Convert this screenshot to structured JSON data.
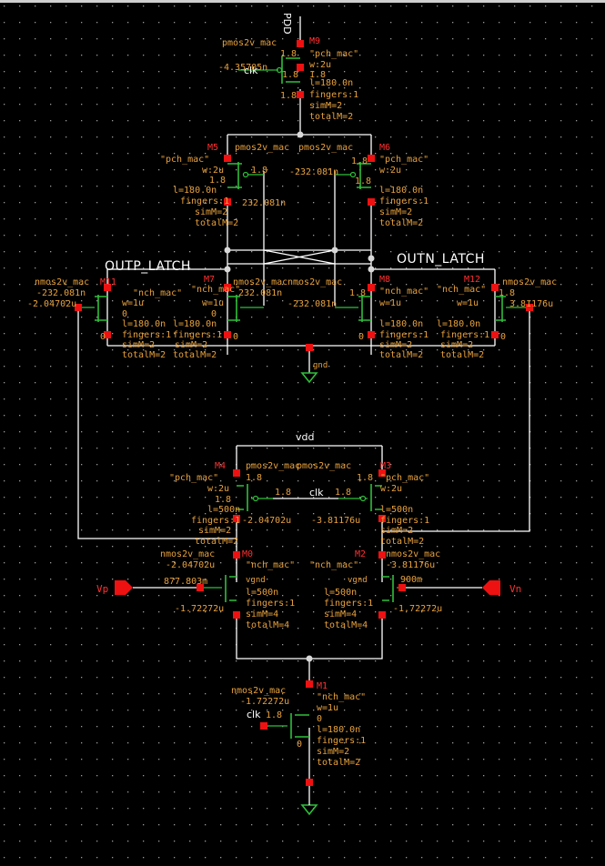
{
  "nets": {
    "vdd_top": "PDD",
    "vdd_mid": "vdd",
    "outp": "OUTP_LATCH",
    "outn": "OUTN_LATCH",
    "gnd": "gnd",
    "vp": "Vp",
    "vn": "Vn",
    "clk": "clk",
    "vgnd": "vgnd"
  },
  "devices": [
    {
      "id": "M9",
      "cell": "pmos2v_mac",
      "model": "\"pch_mac\"",
      "w": "w:2u",
      "l": "l=180.0n",
      "fingers": "fingers:1",
      "simM": "simM=2",
      "totalM": "totalM=2",
      "gate_v": "-4.35705n",
      "v1": "1.8",
      "v2": "1.8",
      "v3": "1.8",
      "v4": "1.8"
    },
    {
      "id": "M5",
      "cell": "pmos2v_mac",
      "model": "\"pch_mac\"",
      "w": "w:2u",
      "l": "l=180.0n",
      "fingers": "fingers:1",
      "simM": "simM=2",
      "totalM": "totalM=2",
      "gate_v": "232.081n",
      "v1": "1.8",
      "v2": "1.8"
    },
    {
      "id": "M6",
      "cell": "pmos2v_mac",
      "model": "\"pch_mac\"",
      "w": "w:2u",
      "l": "l=180.0n",
      "fingers": "fingers:1",
      "simM": "simM=2",
      "totalM": "totalM=2",
      "gate_v": "-232.081n",
      "v1": "1.8",
      "v2": "1.8"
    },
    {
      "id": "M11",
      "cell": "nmos2v_mac",
      "model": "\"nch_mac\"",
      "w": "w=1u",
      "l": "l=180.0n",
      "fingers": "fingers:1",
      "simM": "simM=2",
      "totalM": "totalM=2",
      "gate_v": "-232.081n",
      "drain_v": "-2.04702u",
      "v1": "0",
      "v2": "0"
    },
    {
      "id": "M7",
      "cell": "nmos2v_mac",
      "model": "\"nch_mac\"",
      "w": "w=1u",
      "l": "l=180.0n",
      "fingers": "fingers:1",
      "simM": "simM=2",
      "totalM": "totalM=2",
      "gate_v": "232.081n",
      "v1": "0",
      "v2": "0"
    },
    {
      "id": "M8",
      "cell": "nmos2v_mac",
      "model": "\"nch_mac\"",
      "w": "w=1u",
      "l": "l=180.0n",
      "fingers": "fingers:1",
      "simM": "simM=2",
      "totalM": "totalM=2",
      "gate_v": "-232.081n",
      "v1": "1.8",
      "v2": "0"
    },
    {
      "id": "M12",
      "cell": "nmos2v_mac",
      "model": "\"nch_mac\"",
      "w": "w=1u",
      "l": "l=180.0n",
      "fingers": "fingers:1",
      "simM": "simM=2",
      "totalM": "totalM=2",
      "gate_v": "3.81176u",
      "v1": "1.8",
      "v2": "0"
    },
    {
      "id": "M4",
      "cell": "pmos2v_mac",
      "model": "\"pch_mac\"",
      "w": "w:2u",
      "l": "l=500n",
      "fingers": "fingers:1",
      "simM": "simM=2",
      "totalM": "totalM=2",
      "gate_v": "-2.04702u",
      "v1": "1.8",
      "v2": "1.8",
      "v3": "1.8"
    },
    {
      "id": "M3",
      "cell": "pmos2v_mac",
      "model": "\"pch_mac\"",
      "w": "w:2u",
      "l": "l=500n",
      "fingers": "fingers:1",
      "simM": "simM=2",
      "totalM": "totalM=2",
      "gate_v": "-3.81176u",
      "v1": "1.8",
      "v2": "1.8"
    },
    {
      "id": "M0",
      "cell": "nmos2v_mac",
      "model": "\"nch_mac\"",
      "l": "l=500n",
      "fingers": "fingers:1",
      "simM": "simM=4",
      "totalM": "totalM=4",
      "drain_v": "-2.04702u",
      "gate_v": "877.803m",
      "src_v": "-1.72272u"
    },
    {
      "id": "M2",
      "cell": "nmos2v_mac",
      "model": "\"nch_mac\"",
      "l": "l=500n",
      "fingers": "fingers:1",
      "simM": "simM=4",
      "totalM": "totalM=4",
      "drain_v": "-3.81176u",
      "gate_v": "900m",
      "src_v": "-1.72272u"
    },
    {
      "id": "M1",
      "cell": "nmos2v_mac",
      "model": "\"nch_mac\"",
      "w": "w=1u",
      "l": "l=180.0n",
      "fingers": "fingers:1",
      "simM": "simM=2",
      "totalM": "totalM=2",
      "drain_v": "-1.72272u",
      "gate_v": "1.8",
      "v1": "0",
      "v2": "0"
    }
  ],
  "colors": {
    "background": "#000000",
    "wire": "#ffffff",
    "device": "#2fbf3a",
    "pin": "#ee1111",
    "label": "#e8a13c",
    "instance": "#ff3030"
  }
}
